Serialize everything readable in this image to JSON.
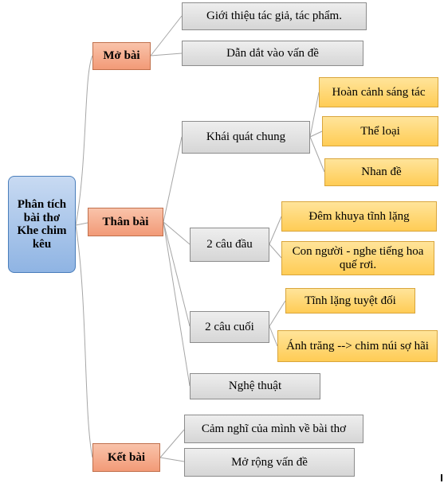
{
  "root": {
    "label": "Phân tích bài thơ Khe chim kêu"
  },
  "sections": {
    "mo_bai": {
      "label": "Mở bài",
      "items": [
        "Giới thiệu tác giả, tác phẩm.",
        "Dẫn dắt vào vấn đề"
      ]
    },
    "than_bai": {
      "label": "Thân bài",
      "khai_quat": {
        "label": "Khái quát chung",
        "items": [
          "Hoàn cảnh sáng tác",
          "Thể loại",
          "Nhan đề"
        ]
      },
      "hai_cau_dau": {
        "label": "2 câu đầu",
        "items": [
          "Đêm khuya tĩnh lặng",
          "Con người - nghe tiếng hoa quế rơi."
        ]
      },
      "hai_cau_cuoi": {
        "label": "2 câu cuối",
        "items": [
          "Tĩnh lặng tuyệt đối",
          "Ánh trăng --> chim núi sợ hãi"
        ]
      },
      "nghe_thuat": {
        "label": "Nghệ thuật"
      }
    },
    "ket_bai": {
      "label": "Kết bài",
      "items": [
        "Cảm nghĩ của mình về bài thơ",
        "Mở rộng vấn đề"
      ]
    }
  },
  "colors": {
    "root": "#8fb4e3",
    "section": "#f29a77",
    "grey": "#d6d6d6",
    "yellow": "#ffcc55",
    "connector": "#a6a6a6"
  }
}
